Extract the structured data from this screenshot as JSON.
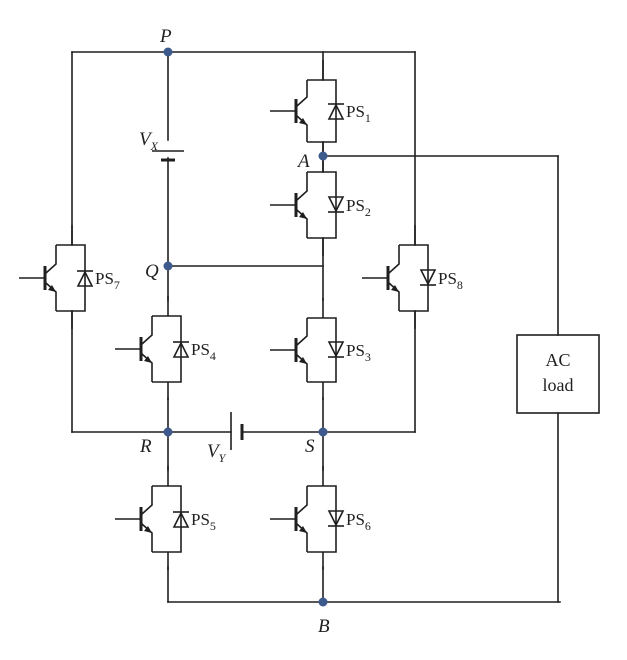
{
  "nodes": {
    "P": "P",
    "A": "A",
    "Q": "Q",
    "R": "R",
    "S": "S",
    "B": "B"
  },
  "sources": {
    "vx": {
      "main": "V",
      "sub": "X"
    },
    "vy": {
      "main": "V",
      "sub": "Y"
    }
  },
  "switches": [
    {
      "main": "PS",
      "sub": "1"
    },
    {
      "main": "PS",
      "sub": "2"
    },
    {
      "main": "PS",
      "sub": "3"
    },
    {
      "main": "PS",
      "sub": "4"
    },
    {
      "main": "PS",
      "sub": "5"
    },
    {
      "main": "PS",
      "sub": "6"
    },
    {
      "main": "PS",
      "sub": "7"
    },
    {
      "main": "PS",
      "sub": "8"
    }
  ],
  "load": {
    "line1": "AC",
    "line2": "load"
  },
  "colors": {
    "wire": "#1f1f1f",
    "node_dot": "#3d5a8c"
  }
}
